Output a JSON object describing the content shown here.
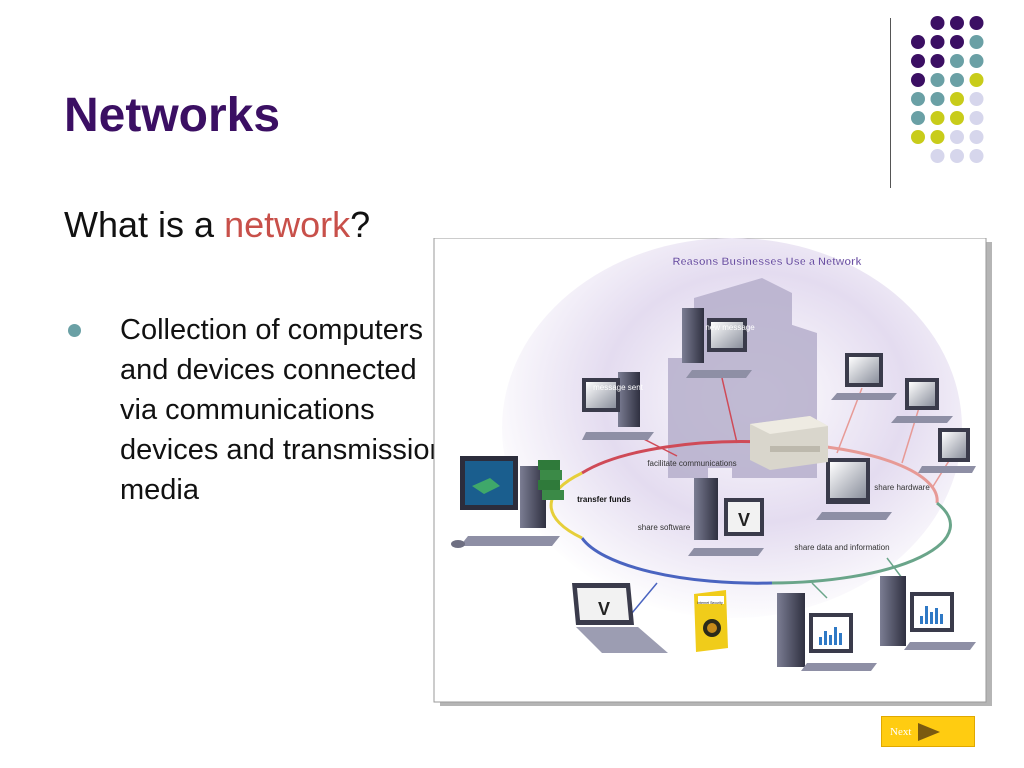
{
  "slide": {
    "title": "Networks",
    "subheading_prefix": "What is a ",
    "subheading_term": "network",
    "subheading_suffix": "?",
    "bullets": [
      "Collection of computers and devices connected via communications devices and transmission media"
    ],
    "accent_colors": {
      "title": "#3b0f63",
      "term": "#c8504a",
      "dot_purple": "#3b0f63",
      "dot_teal": "#6aa0a5",
      "dot_yellow": "#c8cc1a",
      "dot_lilac": "#d6d6ec"
    }
  },
  "figure": {
    "title": "Reasons Businesses Use a Network",
    "labels": {
      "new_message": "new message",
      "message_sent": "message sent",
      "facilitate": "facilitate communications",
      "transfer": "transfer funds",
      "share_hardware": "share hardware",
      "share_software": "share software",
      "share_data": "share data and information",
      "box_text": "Internet Security"
    }
  },
  "navigation": {
    "next_label": "Next"
  }
}
